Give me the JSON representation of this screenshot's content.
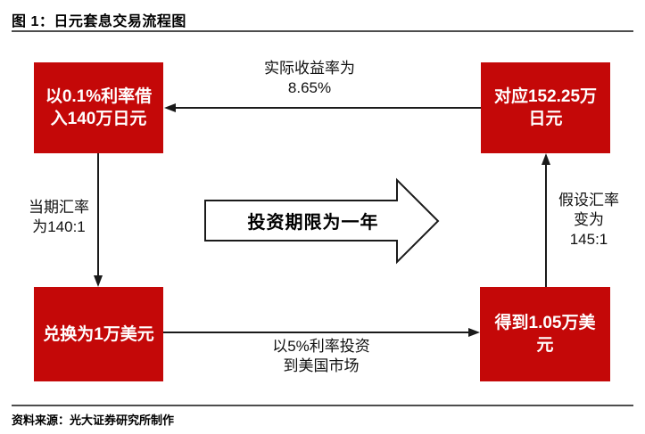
{
  "title": "图 1：日元套息交易流程图",
  "source": "资料来源：光大证券研究所制作",
  "colors": {
    "box_red": "#c40808",
    "rule_gray": "#4d4d4d",
    "arrow_black": "#1a1a1a",
    "big_arrow_fill": "#ffffff"
  },
  "boxes": {
    "top_left": "以0.1%利率借\n入140万日元",
    "top_right": "对应152.25万\n日元",
    "bottom_left": "兑换为1万美元",
    "bottom_right": "得到1.05万美\n元"
  },
  "labels": {
    "top": "实际收益率为\n8.65%",
    "left": "当期汇率\n为140:1",
    "right": "假设汇率\n变为\n145:1",
    "bottom": "以5%利率投资\n到美国市场",
    "center": "投资期限为一年"
  }
}
